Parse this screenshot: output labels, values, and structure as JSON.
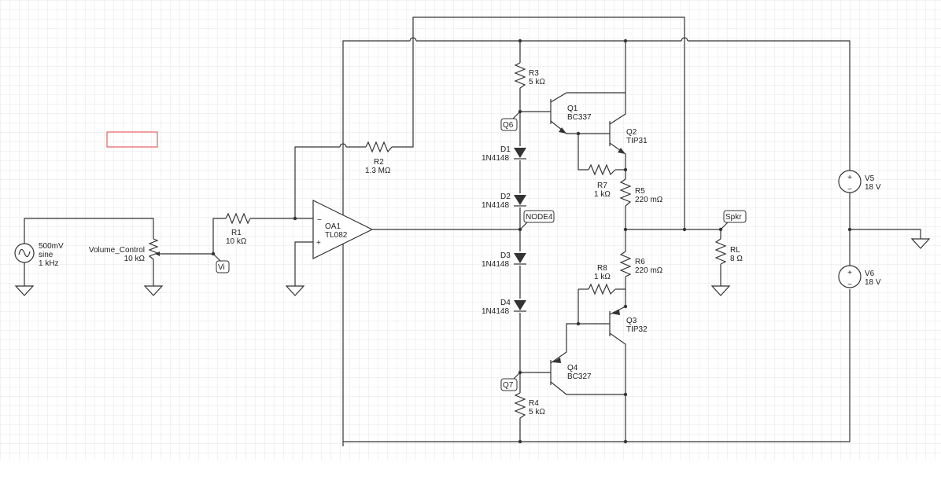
{
  "components": {
    "source": {
      "amplitude": "500mV",
      "wave": "sine",
      "freq": "1 kHz"
    },
    "pot": {
      "name": "Volume_Control",
      "value": "10 kΩ"
    },
    "r1": {
      "name": "R1",
      "value": "10 kΩ"
    },
    "r2": {
      "name": "R2",
      "value": "1.3 MΩ"
    },
    "r3": {
      "name": "R3",
      "value": "5 kΩ"
    },
    "r4": {
      "name": "R4",
      "value": "5 kΩ"
    },
    "r5": {
      "name": "R5",
      "value": "220 mΩ"
    },
    "r6": {
      "name": "R6",
      "value": "220 mΩ"
    },
    "r7": {
      "name": "R7",
      "value": "1 kΩ"
    },
    "r8": {
      "name": "R8",
      "value": "1 kΩ"
    },
    "rl": {
      "name": "RL",
      "value": "8 Ω"
    },
    "oa1": {
      "name": "OA1",
      "part": "TL082",
      "minus": "−",
      "plus": "+"
    },
    "q1": {
      "name": "Q1",
      "part": "BC337"
    },
    "q2": {
      "name": "Q2",
      "part": "TIP31"
    },
    "q3": {
      "name": "Q3",
      "part": "TIP32"
    },
    "q4": {
      "name": "Q4",
      "part": "BC327"
    },
    "d1": {
      "name": "D1",
      "part": "1N4148"
    },
    "d2": {
      "name": "D2",
      "part": "1N4148"
    },
    "d3": {
      "name": "D3",
      "part": "1N4148"
    },
    "d4": {
      "name": "D4",
      "part": "1N4148"
    },
    "v5": {
      "name": "V5",
      "value": "18 V",
      "plus": "+",
      "minus": "−"
    },
    "v6": {
      "name": "V6",
      "value": "18 V",
      "plus": "+",
      "minus": "−"
    }
  },
  "nets": {
    "vi": "Vi",
    "q6": "Q6",
    "q7": "Q7",
    "node4": "NODE4",
    "spkr": "Spkr"
  },
  "colors": {
    "grid": "#e6e6e6",
    "wire": "#333333",
    "selection": "#e04040"
  }
}
